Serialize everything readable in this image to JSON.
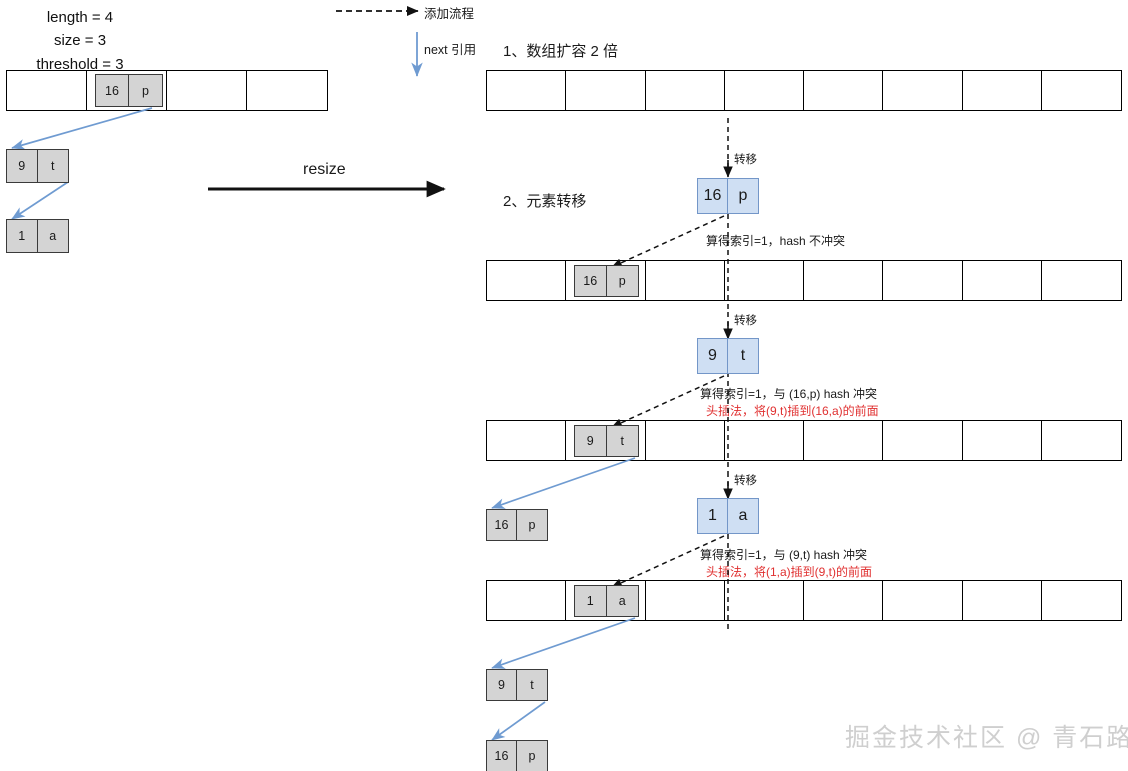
{
  "legend": {
    "add_flow_label": "添加流程",
    "next_ref_label": "next 引用"
  },
  "left": {
    "params": "length = 4\nsize = 3\nthreshold = 3",
    "param_lines": [
      "length = 4",
      "size = 3",
      "threshold = 3"
    ],
    "array_cells": 4,
    "bucket_node": {
      "key": "16",
      "value": "p"
    },
    "chain": [
      {
        "key": "9",
        "value": "t"
      },
      {
        "key": "1",
        "value": "a"
      }
    ]
  },
  "transition": {
    "label": "resize"
  },
  "right": {
    "step1_title": "1、数组扩容 2 倍",
    "step2_title": "2、元素转移",
    "array_cells": 8,
    "transfer_label": "转移",
    "steps": [
      {
        "moving_node": {
          "key": "16",
          "value": "p"
        },
        "note": "算得索引=1，hash 不冲突",
        "note_red": "",
        "bucket_node": {
          "key": "16",
          "value": "p"
        },
        "chain": []
      },
      {
        "moving_node": {
          "key": "9",
          "value": "t"
        },
        "note": "算得索引=1，与 (16,p) hash 冲突",
        "note_red": "头插法，将(9,t)插到(16,a)的前面",
        "bucket_node": {
          "key": "9",
          "value": "t"
        },
        "chain": [
          {
            "key": "16",
            "value": "p"
          }
        ]
      },
      {
        "moving_node": {
          "key": "1",
          "value": "a"
        },
        "note": "算得索引=1，与 (9,t) hash 冲突",
        "note_red": "头插法，将(1,a)插到(9,t)的前面",
        "bucket_node": {
          "key": "1",
          "value": "a"
        },
        "chain": [
          {
            "key": "9",
            "value": "t"
          },
          {
            "key": "16",
            "value": "p"
          }
        ]
      }
    ]
  },
  "watermark": "掘金技术社区 @ 青石路",
  "colors": {
    "node_gray": "#d4d4d4",
    "node_blue": "#cfdff3",
    "blue_arrow": "#6f9bd1",
    "red_text": "#e03030",
    "stroke": "#000000"
  }
}
